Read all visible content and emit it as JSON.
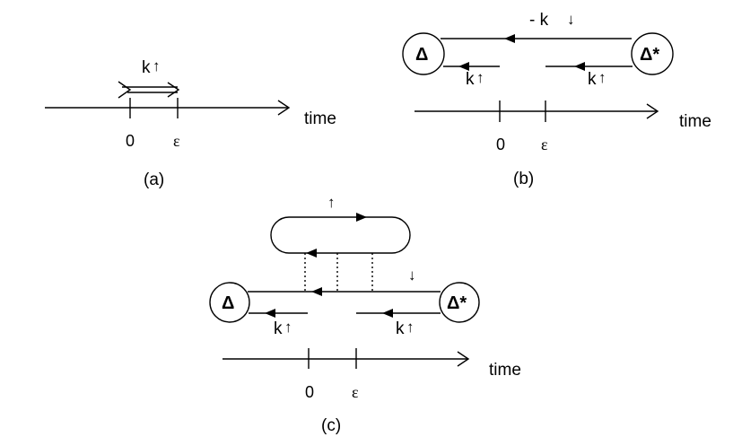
{
  "panel_a": {
    "caption": "(a)",
    "axis_label": "time",
    "tick_zero": "0",
    "tick_eps": "ε",
    "k_label": "k",
    "spin_up": "↑"
  },
  "panel_b": {
    "caption": "(b)",
    "axis_label": "time",
    "tick_zero": "0",
    "tick_eps": "ε",
    "top_label": "- k",
    "spin_down": "↓",
    "k_left": "k",
    "k_right": "k",
    "spin_up": "↑",
    "delta_left": "Δ",
    "delta_right": "Δ*"
  },
  "panel_c": {
    "caption": "(c)",
    "axis_label": "time",
    "tick_zero": "0",
    "tick_eps": "ε",
    "loop_spin": "↑",
    "line_spin": "↓",
    "k_left": "k",
    "k_right": "k",
    "spin_up": "↑",
    "delta_left": "Δ",
    "delta_right": "Δ*"
  }
}
